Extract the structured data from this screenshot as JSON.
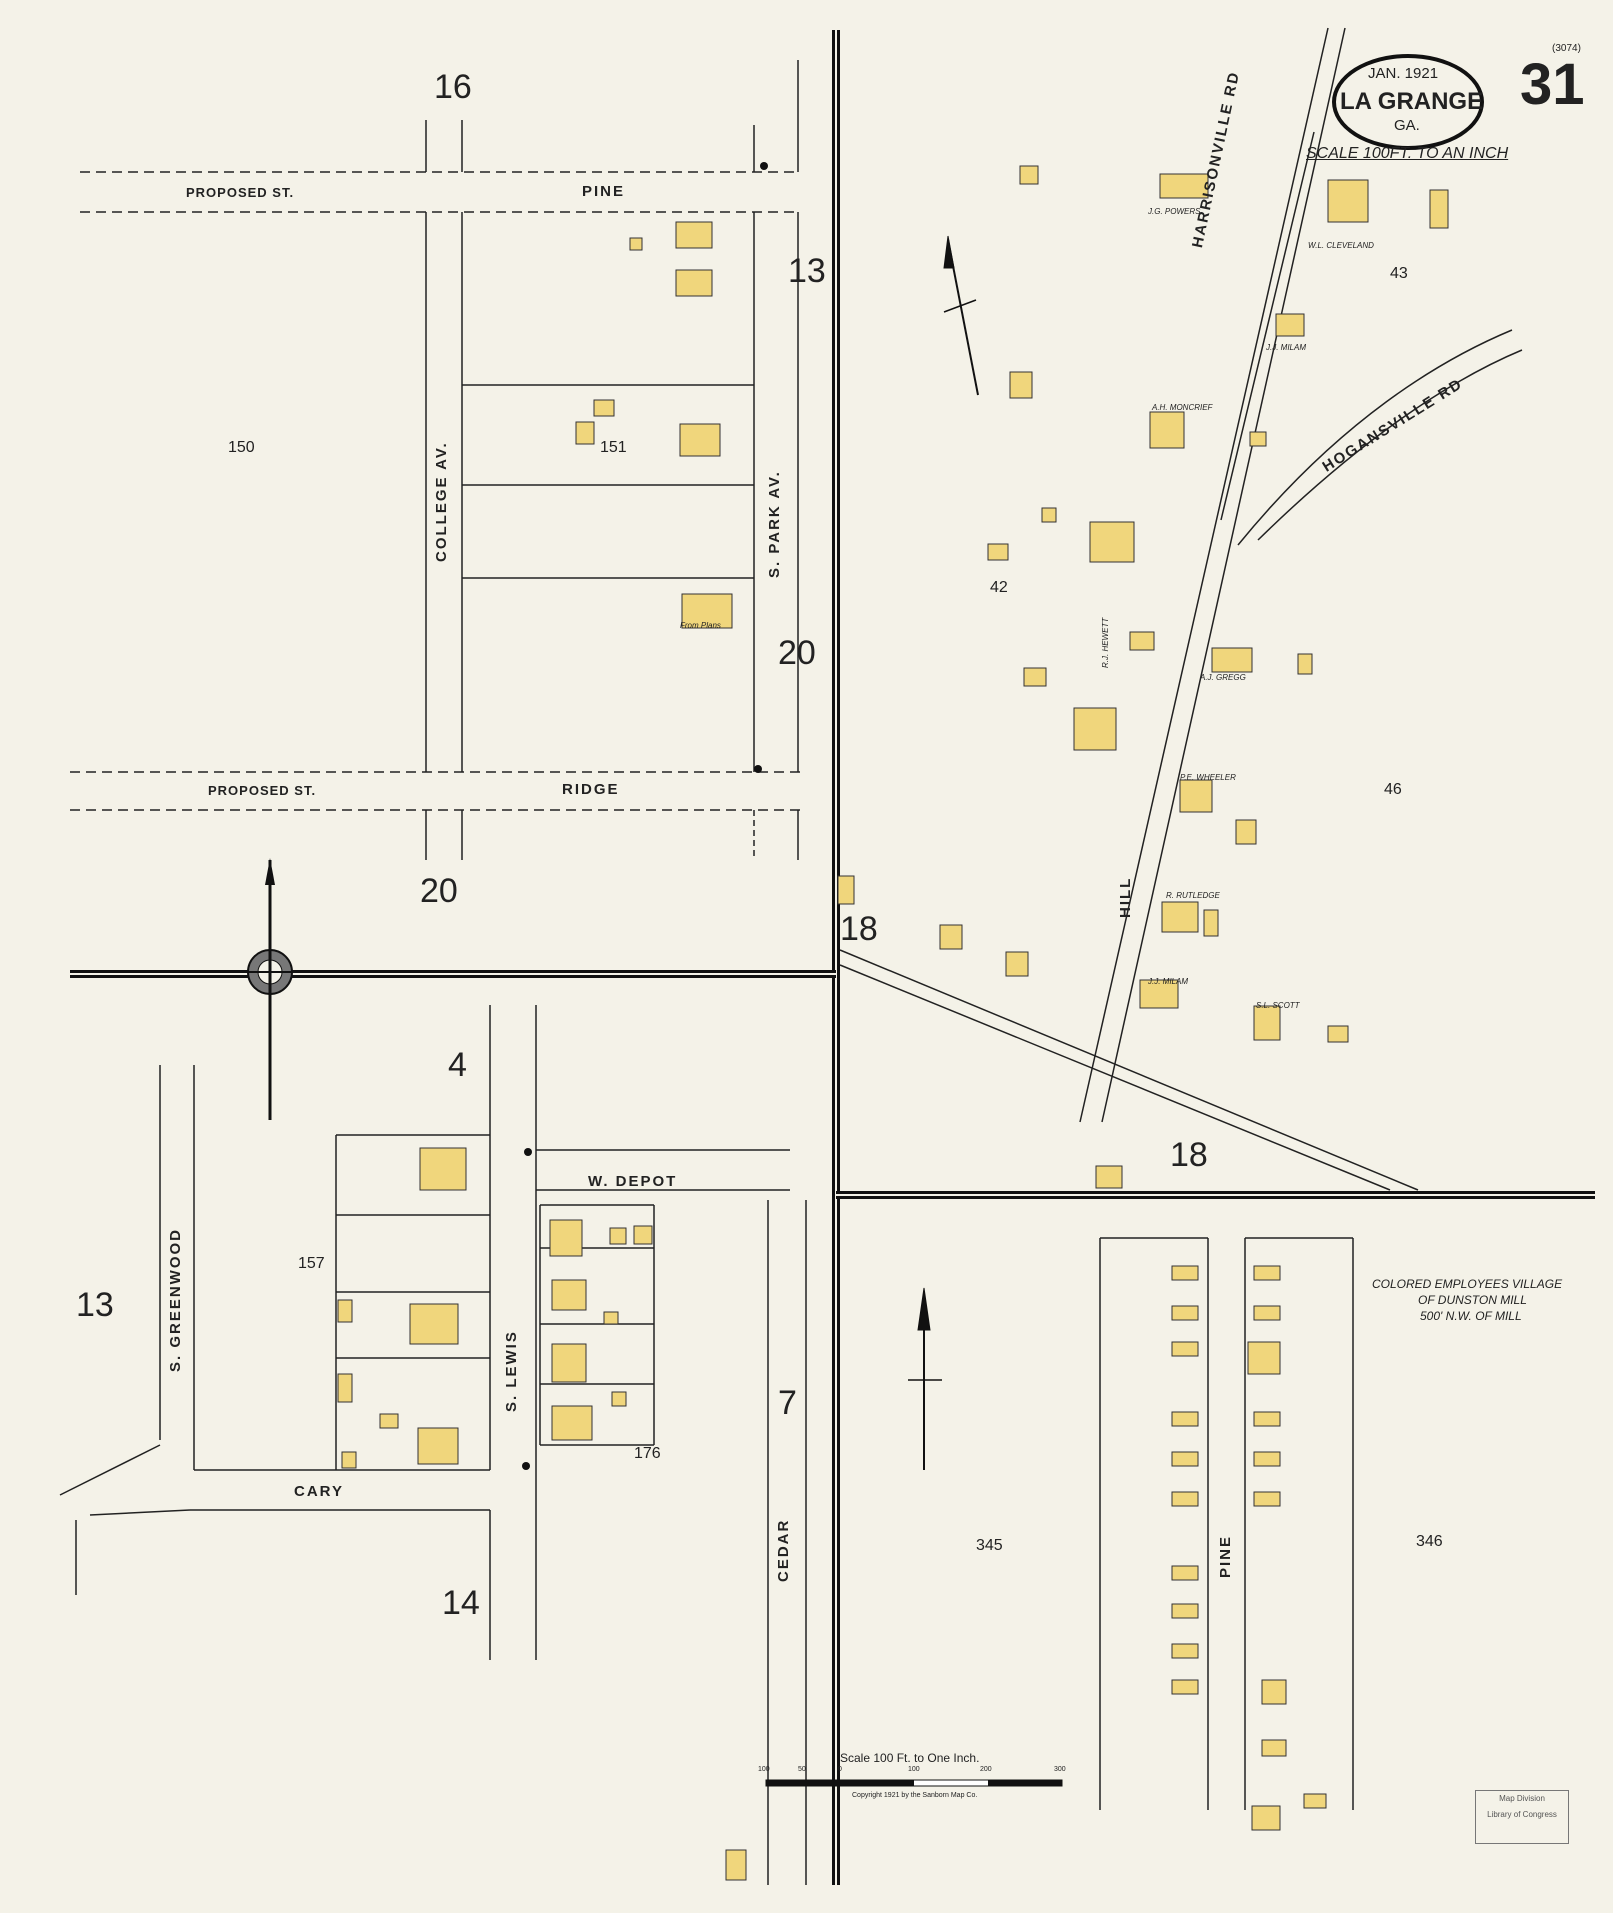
{
  "header": {
    "date": "JAN. 1921",
    "city": "LA GRANGE",
    "state": "GA.",
    "sheet_number": "31",
    "sheet_small": "(3074)",
    "scale_note": "SCALE 100FT. TO AN INCH"
  },
  "streets": {
    "proposed_st_top": "PROPOSED ST.",
    "pine_top": "PINE",
    "proposed_st_bottom": "PROPOSED ST.",
    "ridge": "RIDGE",
    "college_av": "COLLEGE AV.",
    "s_park_av": "S. PARK AV.",
    "harrisonville_rd": "HARRISONVILLE RD",
    "hogansville_rd": "HOGANSVILLE RD",
    "hill": "HILL",
    "w_depot": "W. DEPOT",
    "s_greenwood": "S. GREENWOOD",
    "s_lewis": "S. LEWIS",
    "cary": "CARY",
    "cedar": "CEDAR",
    "pine_bottom": "PINE"
  },
  "sheet_refs": [
    "16",
    "13",
    "20",
    "20",
    "18",
    "18",
    "4",
    "13",
    "14",
    "7"
  ],
  "blocks": [
    "150",
    "151",
    "42",
    "43",
    "46",
    "157",
    "176",
    "345",
    "346"
  ],
  "owners": [
    "J.G. POWERS",
    "W.L. CLEVELAND",
    "J.J. MILAM",
    "A.H. MONCRIEF",
    "A.J. GREGG",
    "R.J. HEWETT",
    "P.E. WHEELER",
    "R. RUTLEDGE",
    "J.J. MILAM",
    "S.L. SCOTT"
  ],
  "annotations": {
    "from_plans": "From Plans",
    "colored_village": [
      "COLORED EMPLOYEES VILLAGE",
      "OF DUNSTON MILL",
      "500' N.W. OF MILL"
    ],
    "scale_bar_title": "Scale 100 Ft. to One Inch.",
    "scale_bar_ticks": [
      "100",
      "50",
      "0",
      "100",
      "200",
      "300"
    ],
    "copyright": "Copyright 1921 by the Sanborn Map Co.",
    "stamp": [
      "Map Division",
      "Library of Congress"
    ]
  },
  "colors": {
    "paper": "#f4f2e8",
    "building_frame": "#f0d67c",
    "outline": "#222222"
  }
}
